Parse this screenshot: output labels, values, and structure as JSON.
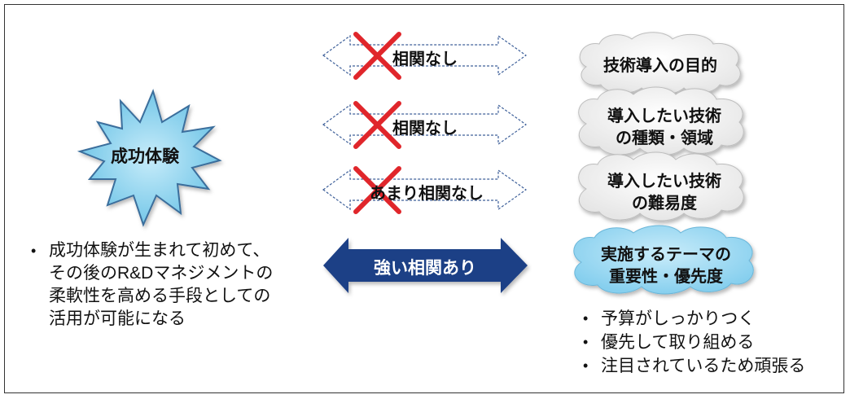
{
  "starburst": {
    "label": "成功体験"
  },
  "left_bullets": {
    "bullet": "•",
    "lines": [
      "成功体験が生まれて初めて、",
      "その後のR&Dマネジメントの",
      "柔軟性を高める手段としての",
      "活用が可能になる"
    ]
  },
  "arrows": [
    {
      "label": "相関なし",
      "crossed": true
    },
    {
      "label": "相関なし",
      "crossed": true
    },
    {
      "label": "あまり相関なし",
      "crossed": true
    },
    {
      "label": "強い相関あり",
      "crossed": false
    }
  ],
  "clouds": [
    {
      "lines": [
        "技術導入の目的"
      ]
    },
    {
      "lines": [
        "導入したい技術",
        "の種類・領域"
      ]
    },
    {
      "lines": [
        "導入したい技術",
        "の難易度"
      ]
    },
    {
      "lines": [
        "実施するテーマの",
        "重要性・優先度"
      ]
    }
  ],
  "right_bullets": {
    "bullet": "•",
    "items": [
      "予算がしっかりつく",
      "優先して取り組める",
      "注目されているため頑張る"
    ]
  },
  "colors": {
    "strong_arrow": "#1f3f86",
    "dashed_arrow_stroke": "#3d5f99",
    "cross": "#e0262b",
    "starburst_fill": "#8fd4ee",
    "starburst_stroke": "#3a6e9c",
    "highlight_cloud": "#a7ddf2"
  }
}
